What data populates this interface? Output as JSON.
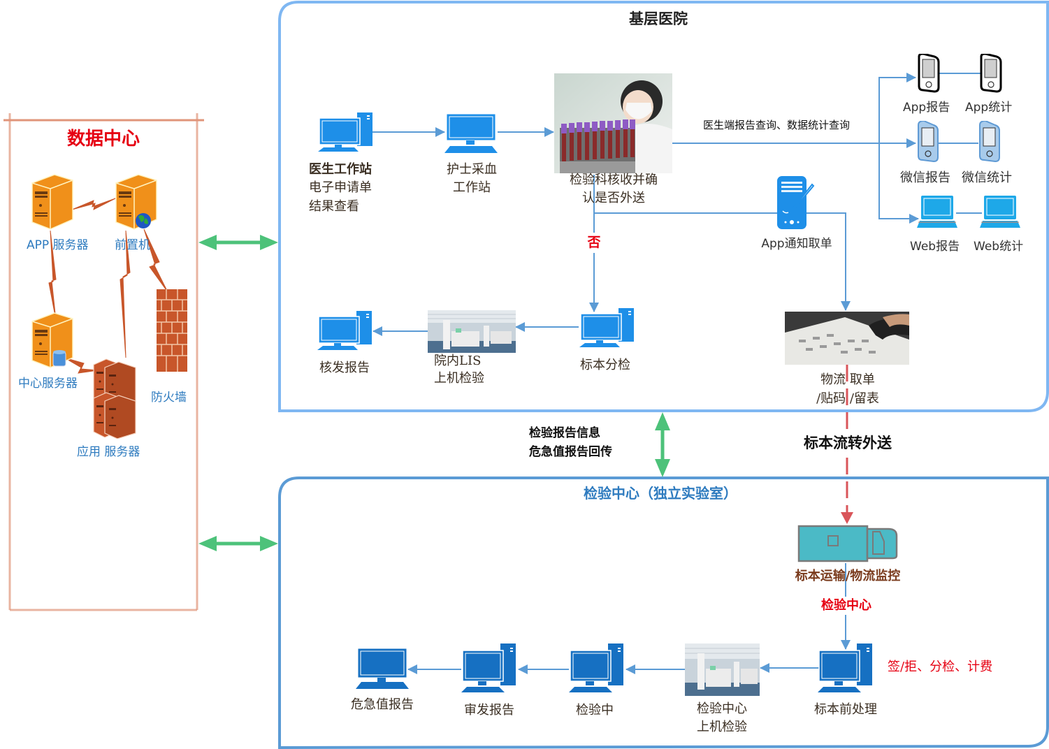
{
  "colors": {
    "data_center_border": "#e0957a",
    "data_center_title": "#e60012",
    "hospital_border": "#7fb7f2",
    "lab_border": "#5b9bd5",
    "flow_arrow": "#5b9bd5",
    "sync_arrow": "#4dc27a",
    "transfer_arrow": "#d9555a",
    "computer_blue": "#1e8fe8",
    "computer_dark": "#1670c2",
    "server_orange": "#f0901a",
    "server_brick": "#c8562a",
    "red_text": "#e60012",
    "brown_text": "#7a3b1d"
  },
  "data_center": {
    "title": "数据中心",
    "nodes": {
      "app_server": "APP  服务器",
      "front_machine": "前置机",
      "central_server": "中心服务器",
      "firewall": "防火墙",
      "application_server": "应用  服务器"
    }
  },
  "hospital": {
    "title": "基层医院",
    "doctor_station": {
      "title": "医生工作站",
      "line1": "电子申请单",
      "line2": "结果查看"
    },
    "nurse_station": {
      "line1": "护士采血",
      "line2": "工作站"
    },
    "lab_receive": {
      "line1": "检验科核收并确",
      "line2": "认是否外送"
    },
    "query_label": "医生端报告查询、数据统计查询",
    "no_label": "否",
    "app_notify": "App通知取单",
    "clients": {
      "app_report": "App报告",
      "app_stats": "App统计",
      "wechat_report": "微信报告",
      "wechat_stats": "微信统计",
      "web_report": "Web报告",
      "web_stats": "Web统计"
    },
    "specimen_sort": "标本分检",
    "internal_lis": {
      "line1": "院内LIS",
      "line2": "上机检验"
    },
    "issue_report": "核发报告",
    "logistics": {
      "line1": "物流 取单",
      "line2": "/贴码 /留表"
    }
  },
  "between": {
    "report_info": "检验报告信息",
    "critical_return": "危急值报告回传",
    "specimen_transfer": "标本流转外送"
  },
  "lab_center": {
    "title": "检验中心（独立实验室）",
    "transport": "标本运输/物流监控",
    "lab_center_label": "检验中心",
    "preprocess": "标本前处理",
    "preprocess_note": "签/拒、分检、计费",
    "onboard_test": {
      "line1": "检验中心",
      "line2": "上机检验"
    },
    "testing": "检验中",
    "review_report": "审发报告",
    "critical_report": "危急值报告"
  }
}
